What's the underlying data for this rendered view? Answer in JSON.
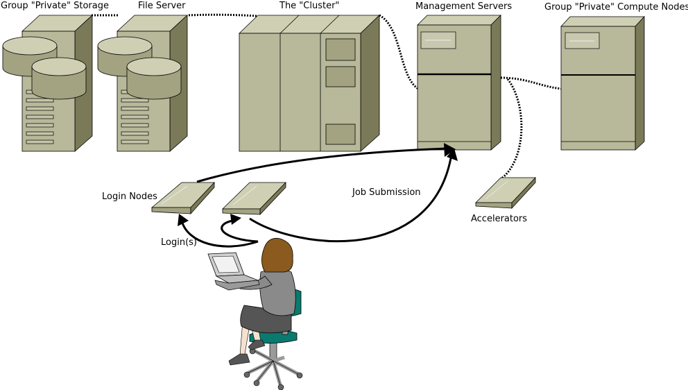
{
  "labels": {
    "storage": "Group \"Private\" Storage",
    "file_server": "File Server",
    "cluster": "The \"Cluster\"",
    "management": "Management Servers",
    "compute": "Group \"Private\" Compute Nodes",
    "login_nodes": "Login Nodes",
    "job_submission": "Job Submission",
    "accelerators": "Accelerators",
    "logins": "Login(s)"
  },
  "colors": {
    "hardware_face": "#b8b89a",
    "hardware_side": "#7a7a58",
    "hardware_top": "#cfcfb4",
    "hardware_panel": "#a3a382",
    "line": "#000000",
    "chair_teal": "#0a7a6e",
    "hair": "#8b5a1e",
    "suit_gray": "#8a8a8a",
    "skirt_dark": "#555555",
    "skin": "#f6e1cf"
  }
}
